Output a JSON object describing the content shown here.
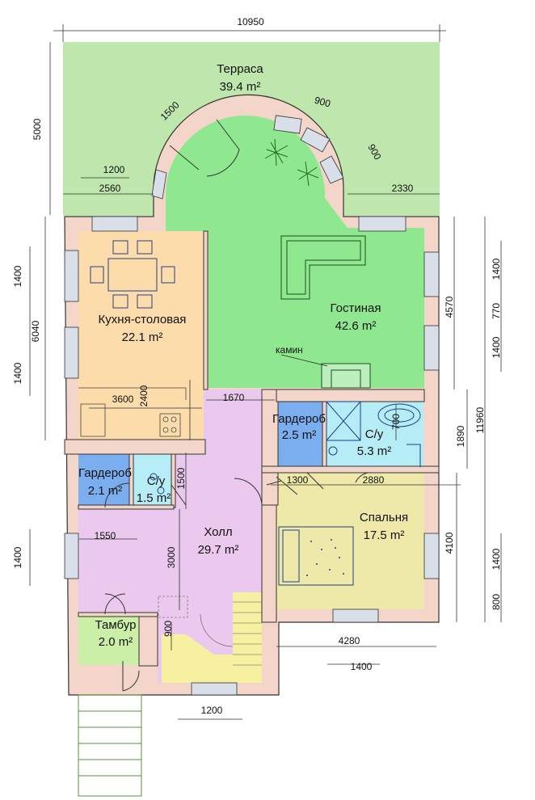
{
  "rooms": {
    "terrace": {
      "name": "Терраса",
      "area": "39.4 m²"
    },
    "kitchen": {
      "name": "Кухня-столовая",
      "area": "22.1 m²"
    },
    "living": {
      "name": "Гостиная",
      "area": "42.6 m²"
    },
    "fireplace": "камин",
    "wardrobe_right": {
      "name": "Гардероб",
      "area": "2.5 m²"
    },
    "bath_right": {
      "name": "С/у",
      "area": "5.3 m²"
    },
    "wardrobe_left": {
      "name": "Гардероб",
      "area": "2.1 m²"
    },
    "wc_left": {
      "name": "С/у",
      "area": "1.5 m²"
    },
    "hall": {
      "name": "Холл",
      "area": "29.7 m²"
    },
    "bedroom": {
      "name": "Спальня",
      "area": "17.5 m²"
    },
    "vestibule": {
      "name": "Тамбур",
      "area": "2.0 m²"
    }
  },
  "dimensions": {
    "top_total": "10950",
    "left_terrace": "5000",
    "terrace_1500": "1500",
    "terrace_900a": "900",
    "terrace_900b": "900",
    "terrace_1200": "1200",
    "terrace_2560": "2560",
    "terrace_2330": "2330",
    "left_1400a": "1400",
    "left_6040": "6040",
    "left_1400b": "1400",
    "kitchen_3600": "3600",
    "kitchen_2400": "2400",
    "hall_1670": "1670",
    "bath_700": "700",
    "right_4570": "4570",
    "right_11960": "11960",
    "right_1400a": "1400",
    "right_770": "770",
    "right_1400b": "1400",
    "right_1890": "1890",
    "right_4100": "4100",
    "right_1400c": "1400",
    "right_800": "800",
    "hall_1500": "1500",
    "hall_1300": "1300",
    "hall_2880": "2880",
    "hall_1550": "1550",
    "hall_3000": "3000",
    "left_1400c": "1400",
    "stair_900": "900",
    "bottom_4280": "4280",
    "bottom_1400": "1400",
    "bottom_1200": "1200"
  },
  "colors": {
    "terrace": "#bfe6ad",
    "living": "#8fe88f",
    "kitchen": "#fcdcaa",
    "hall": "#ebc8ee",
    "wardrobe": "#7aaeef",
    "bath": "#b6ecf6",
    "bedroom": "#efe9a9",
    "vestibule": "#cbefa7",
    "wall": "#f3d6c9"
  }
}
